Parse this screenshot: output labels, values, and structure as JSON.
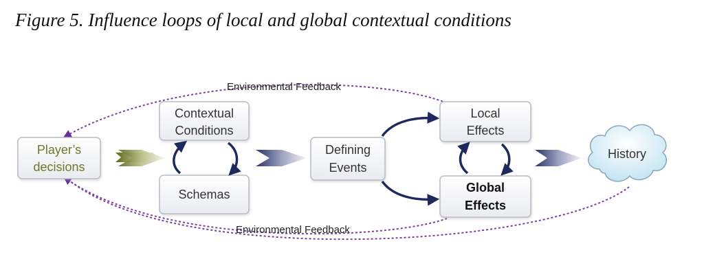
{
  "caption": "Figure 5. Influence loops of local and global contextual conditions",
  "nodes": {
    "players_decisions": {
      "line1": "Player’s",
      "line2": "decisions"
    },
    "contextual_conditions": {
      "line1": "Contextual",
      "line2": "Conditions"
    },
    "schemas": {
      "label": "Schemas"
    },
    "defining_events": {
      "line1": "Defining",
      "line2": "Events"
    },
    "local_effects": {
      "line1": "Local",
      "line2": "Effects"
    },
    "global_effects": {
      "line1": "Global",
      "line2": "Effects"
    },
    "history": {
      "label": "History"
    }
  },
  "feedback": {
    "top_label": "Environmental Feedback",
    "bottom_label": "Environmental Feedback"
  },
  "colors": {
    "box_border": "#b9bcc4",
    "box_fill_top": "#ffffff",
    "box_fill_bottom": "#eef0f4",
    "players_text": "#6b7a2a",
    "loop_arrow": "#1f2a5c",
    "dashed_feedback": "#7b3fa0",
    "cloud_fill": "#d7eef8",
    "cloud_stroke": "#8aa6b8"
  }
}
